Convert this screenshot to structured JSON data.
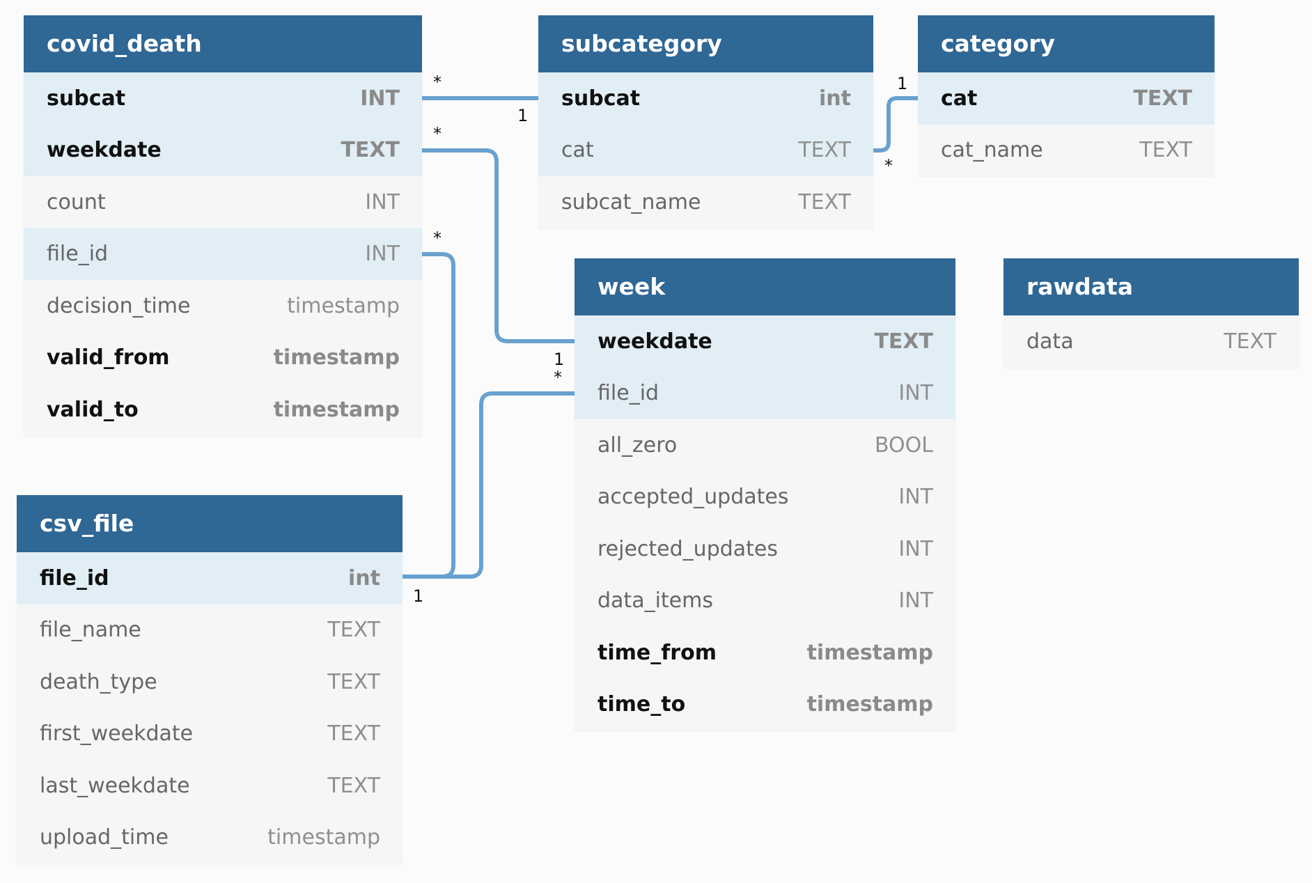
{
  "colors": {
    "header_bg": "#2f6795",
    "header_text": "#ffffff",
    "key_row_bg": "#e1eef6",
    "row_bg": "#f6f6f6",
    "relationship_line": "#69a1ce"
  },
  "tables": {
    "covid_death": {
      "title": "covid_death",
      "fields": [
        {
          "name": "subcat",
          "type": "INT"
        },
        {
          "name": "weekdate",
          "type": "TEXT"
        },
        {
          "name": "count",
          "type": "INT"
        },
        {
          "name": "file_id",
          "type": "INT"
        },
        {
          "name": "decision_time",
          "type": "timestamp"
        },
        {
          "name": "valid_from",
          "type": "timestamp"
        },
        {
          "name": "valid_to",
          "type": "timestamp"
        }
      ]
    },
    "subcategory": {
      "title": "subcategory",
      "fields": [
        {
          "name": "subcat",
          "type": "int"
        },
        {
          "name": "cat",
          "type": "TEXT"
        },
        {
          "name": "subcat_name",
          "type": "TEXT"
        }
      ]
    },
    "category": {
      "title": "category",
      "fields": [
        {
          "name": "cat",
          "type": "TEXT"
        },
        {
          "name": "cat_name",
          "type": "TEXT"
        }
      ]
    },
    "week": {
      "title": "week",
      "fields": [
        {
          "name": "weekdate",
          "type": "TEXT"
        },
        {
          "name": "file_id",
          "type": "INT"
        },
        {
          "name": "all_zero",
          "type": "BOOL"
        },
        {
          "name": "accepted_updates",
          "type": "INT"
        },
        {
          "name": "rejected_updates",
          "type": "INT"
        },
        {
          "name": "data_items",
          "type": "INT"
        },
        {
          "name": "time_from",
          "type": "timestamp"
        },
        {
          "name": "time_to",
          "type": "timestamp"
        }
      ]
    },
    "rawdata": {
      "title": "rawdata",
      "fields": [
        {
          "name": "data",
          "type": "TEXT"
        }
      ]
    },
    "csv_file": {
      "title": "csv_file",
      "fields": [
        {
          "name": "file_id",
          "type": "int"
        },
        {
          "name": "file_name",
          "type": "TEXT"
        },
        {
          "name": "death_type",
          "type": "TEXT"
        },
        {
          "name": "first_weekdate",
          "type": "TEXT"
        },
        {
          "name": "last_weekdate",
          "type": "TEXT"
        },
        {
          "name": "upload_time",
          "type": "timestamp"
        }
      ]
    }
  },
  "relationships": [
    {
      "from": "covid_death.subcat",
      "to": "subcategory.subcat",
      "from_card": "*",
      "to_card": "1"
    },
    {
      "from": "subcategory.cat",
      "to": "category.cat",
      "from_card": "*",
      "to_card": "1"
    },
    {
      "from": "covid_death.weekdate",
      "to": "week.weekdate",
      "from_card": "*",
      "to_card": "1"
    },
    {
      "from": "covid_death.file_id",
      "to": "csv_file.file_id",
      "from_card": "*",
      "to_card": "1"
    },
    {
      "from": "week.file_id",
      "to": "csv_file.file_id",
      "from_card": "*",
      "to_card": "1"
    }
  ]
}
